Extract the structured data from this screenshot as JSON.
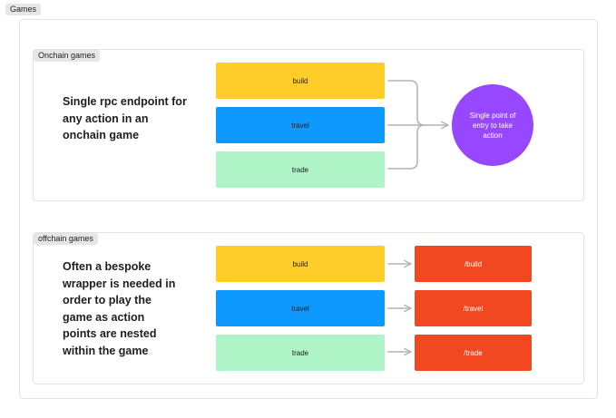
{
  "frame": {
    "label": "Games"
  },
  "onchain": {
    "label": "Onchain games",
    "description": "Single rpc endpoint for any action in an onchain game",
    "actions": [
      "build",
      "travel",
      "trade"
    ],
    "target": "Single point of entry to take action"
  },
  "offchain": {
    "label": "offchain games",
    "description": "Often a bespoke wrapper is needed in order to play the game as action points are nested within the game",
    "actions": [
      "build",
      "travel",
      "trade"
    ],
    "routes": [
      "/build",
      "/travel",
      "/trade"
    ]
  },
  "colors": {
    "build": "#ffcd29",
    "travel": "#0d99ff",
    "trade": "#aff4c6",
    "route": "#f24822",
    "circle": "#9747ff",
    "connector": "#b3b3b3"
  }
}
